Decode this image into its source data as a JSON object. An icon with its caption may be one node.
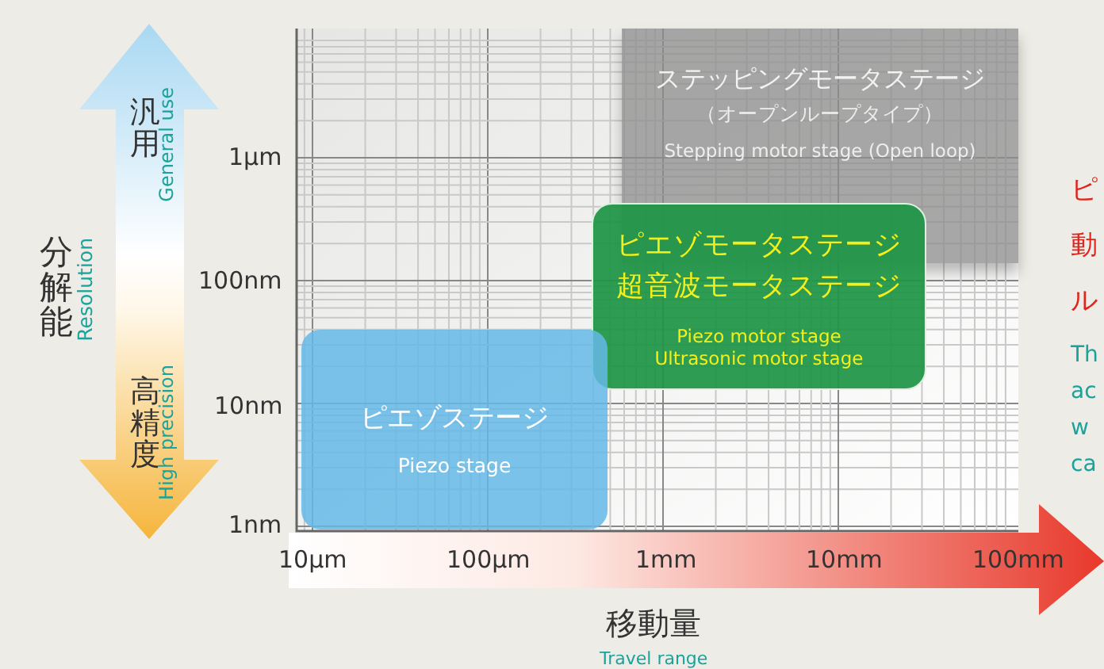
{
  "diagram": {
    "nodes": [
      {
        "text": [
          "ステッピングモータステージ",
          "（オープンループタイプ）",
          "Stepping motor stage (Open loop)"
        ]
      },
      {
        "text": [
          "ピエゾモータステージ",
          "超音波モータステージ",
          "Piezo motor stage",
          "Ultrasonic motor stage"
        ]
      },
      {
        "text": [
          "ピエゾステージ",
          "Piezo stage"
        ]
      }
    ],
    "labels": [
      "汎用",
      "General use",
      "分解能",
      "Resolution",
      "高精度",
      "High precision",
      "1μm",
      "100nm",
      "10nm",
      "1nm",
      "10μm",
      "100μm",
      "1mm",
      "10mm",
      "100mm",
      "移動量",
      "Travel range",
      "ピ",
      "動",
      "ル",
      "Th",
      "ac",
      "w",
      "ca"
    ]
  }
}
